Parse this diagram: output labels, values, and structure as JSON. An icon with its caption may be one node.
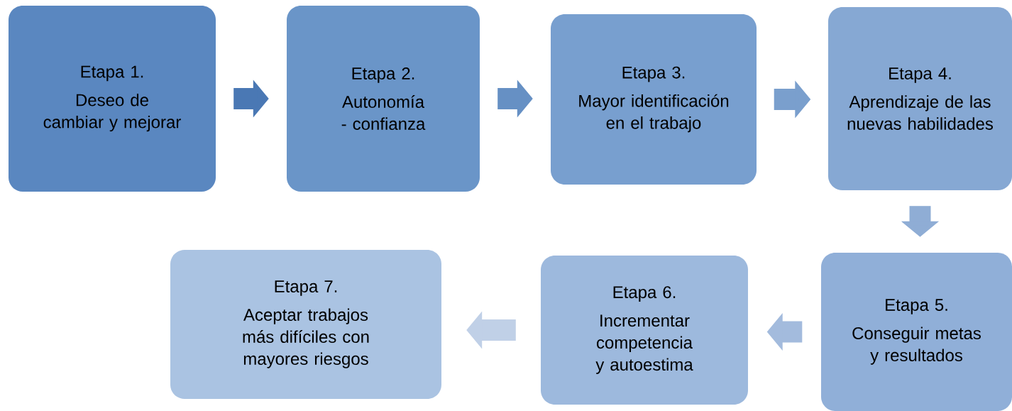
{
  "diagram": {
    "nodes": [
      {
        "text": [
          "Etapa 1.",
          "Deseo de cambiar y mejorar"
        ]
      },
      {
        "text": [
          "Etapa 2.",
          "Autonomía - confianza"
        ]
      },
      {
        "text": [
          "Etapa 3.",
          "Mayor identificación en el trabajo"
        ]
      },
      {
        "text": [
          "Etapa 4.",
          "Aprendizaje de las nuevas habilidades"
        ]
      },
      {
        "text": [
          "Etapa 5.",
          "Conseguir metas y resultados"
        ]
      },
      {
        "text": [
          "Etapa 6.",
          "Incrementar competencia y autoestima"
        ]
      },
      {
        "text": [
          "Etapa 7.",
          "Aceptar trabajos más difíciles con mayores riesgos"
        ]
      }
    ],
    "edges": [
      {
        "from": 0,
        "to": 1,
        "arrow": "to"
      },
      {
        "from": 1,
        "to": 2,
        "arrow": "to"
      },
      {
        "from": 2,
        "to": 3,
        "arrow": "to"
      },
      {
        "from": 3,
        "to": 4,
        "arrow": "to"
      },
      {
        "from": 4,
        "to": 5,
        "arrow": "to"
      },
      {
        "from": 5,
        "to": 6,
        "arrow": "to",
        "color": "#c0d0e7"
      }
    ]
  }
}
